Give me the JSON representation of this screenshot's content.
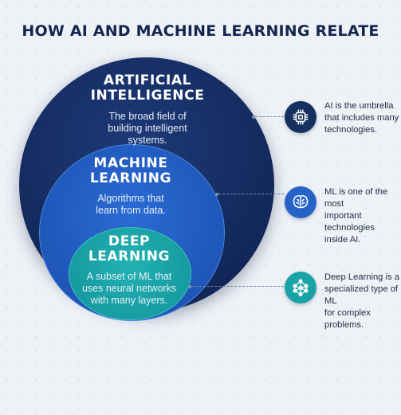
{
  "title": "HOW AI AND MACHINE LEARNING RELATE",
  "circles": {
    "ai": {
      "heading_line1": "ARTIFICIAL",
      "heading_line2": "INTELLIGENCE",
      "desc_line1": "The broad field of",
      "desc_line2": "building intelligent",
      "desc_line3": "systems.",
      "color": "#13285a"
    },
    "ml": {
      "heading_line1": "MACHINE",
      "heading_line2": "LEARNING",
      "desc_line1": "Algorithms that",
      "desc_line2": "learn from data.",
      "color": "#1f56b8"
    },
    "dl": {
      "heading_line1": "DEEP",
      "heading_line2": "LEARNING",
      "desc_line1": "A subset of ML that",
      "desc_line2": "uses neural networks",
      "desc_line3": "with many layers.",
      "color": "#15999e"
    }
  },
  "callouts": {
    "ai": {
      "icon": "chip-icon",
      "line1": "AI is the umbrella",
      "line2": "that includes many",
      "line3": "technologies."
    },
    "ml": {
      "icon": "brain-icon",
      "line1": "ML is one of the most",
      "line2": "important technologies",
      "line3": "inside AI."
    },
    "dl": {
      "icon": "neural-network-icon",
      "line1": "Deep Learning is a",
      "line2": "specialized type of ML",
      "line3": "for complex problems."
    }
  }
}
